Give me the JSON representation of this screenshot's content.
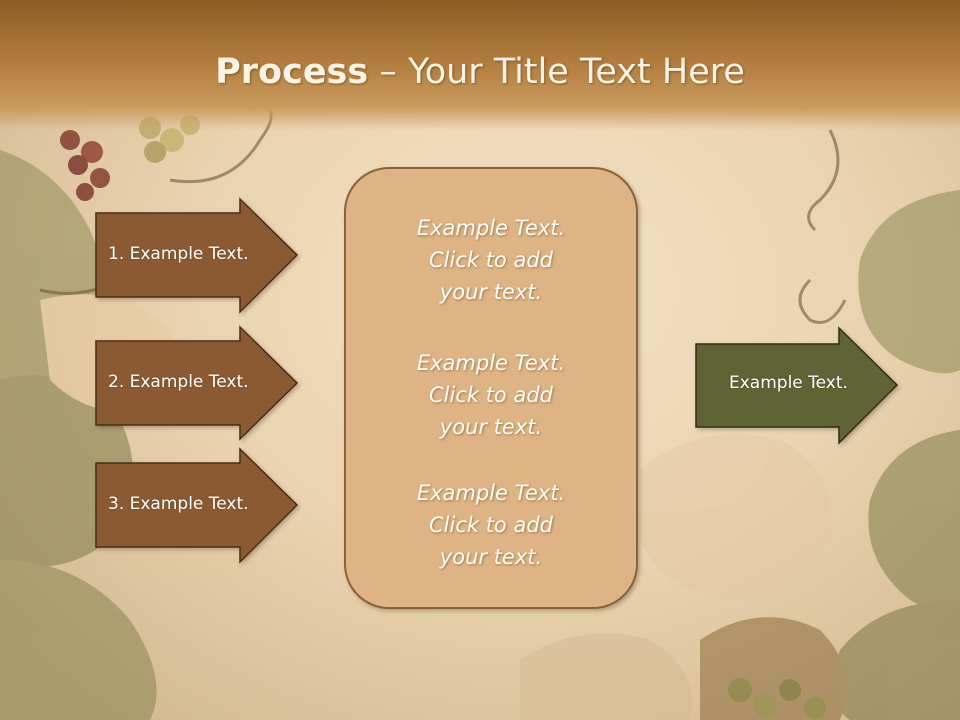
{
  "slide": {
    "title_bold": "Process",
    "title_sep": " – ",
    "title_rest": "Your Title Text Here"
  },
  "left_arrows": [
    {
      "label": "1. Example Text."
    },
    {
      "label": "2. Example Text."
    },
    {
      "label": "3. Example Text."
    }
  ],
  "center_box": {
    "blocks": [
      {
        "lines": [
          "Example Text.",
          "Click  to add",
          "your text."
        ]
      },
      {
        "lines": [
          "Example Text.",
          "Click  to add",
          "your text."
        ]
      },
      {
        "lines": [
          "Example Text.",
          "Click  to add",
          "your text."
        ]
      }
    ]
  },
  "right_arrow": {
    "label": "Example Text."
  },
  "colors": {
    "header": "#a8733a",
    "left_arrow_fill": "#8b5a33",
    "center_fill": "#deb484",
    "right_arrow_fill": "#5f6336",
    "outline": "#5a3a1a"
  }
}
